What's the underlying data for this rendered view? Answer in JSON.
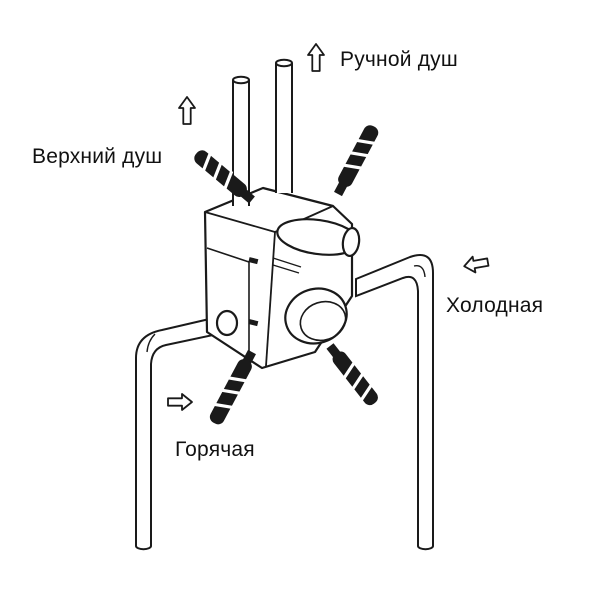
{
  "page": {
    "background_color": "#ffffff",
    "line_color": "#1a1a1a"
  },
  "diagram": {
    "labels": {
      "hand_shower": "Ручной душ",
      "overhead_shower": "Верхний душ",
      "cold": "Холодная",
      "hot": "Горячая"
    }
  }
}
